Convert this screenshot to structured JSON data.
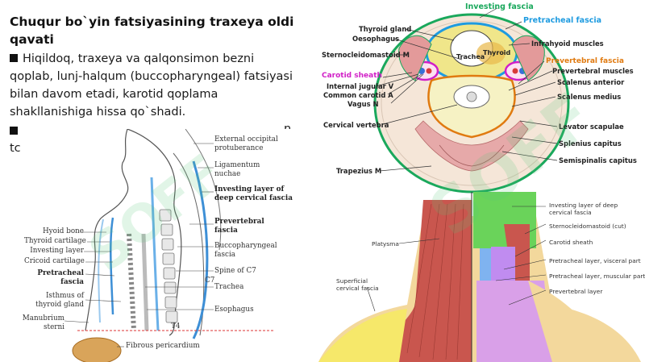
{
  "slide": {
    "title": "Chuqur bo`yin fatsiyasining traxeya oldi qavati",
    "bullet1": "Hiqildoq, traxeya va qalqonsimon bezni qoplab, lunj-halqum (buccopharyngeal) fatsiyasi bilan davom etadi, karotid qoplama shakllanishiga hissa qo`shadi.",
    "bullet2_start": "",
    "bullet2_fragment_right": "n",
    "bullet2_fragment_next": "tc",
    "watermark": "SOFF"
  },
  "sagittal_figure": {
    "labels_left": [
      "Hyoid bone",
      "Thyroid cartilage",
      "Investing layer",
      "Cricoid cartilage",
      "Pretracheal",
      "fascia",
      "Isthmus of",
      "thyroid gland",
      "Manubrium",
      "sterni"
    ],
    "labels_right": [
      "External occipital",
      "protuberance",
      "Ligamentum",
      "nuchae",
      "Investing layer of",
      "deep cervical fascia",
      "Prevertebral",
      "fascia",
      "Buccopharyngeal",
      "fascia",
      "Spine of C7",
      "C7",
      "Trachea",
      "Esophagus",
      "T4",
      "Fibrous pericardium"
    ]
  },
  "cross_section": {
    "labels_top": [
      "Investing fascia",
      "Pretracheal fascia"
    ],
    "labels_left": [
      "Thyroid  gland",
      "Oesophagus",
      "Sternocleidomastoid M",
      "Carotid sheath",
      "Internal jugular V",
      "Common carotid A",
      "Vagus N",
      "Cervical vertebra",
      "Trapezius M"
    ],
    "labels_right": [
      "Infrahyoid muscles",
      "Prevertebral fascia",
      "Prevertebral muscles",
      "Scalenus anterior",
      "Scalenus medius",
      "Levator scapulae",
      "Splenius capitus",
      "Semispinalis capitus"
    ],
    "labels_inner": [
      "Trachea",
      "Thyroid"
    ],
    "colors": {
      "investing": "#1aa85c",
      "pretracheal": "#1e9be0",
      "prevertebral": "#e07a10",
      "carotid": "#d11fc7"
    }
  },
  "dissection": {
    "labels_right": [
      "Investing layer of deep",
      "cervical fascia",
      "Sternocleidomastoid (cut)",
      "Carotid sheath",
      "Pretracheal layer, visceral part",
      "Pretracheal layer, muscular part",
      "Prevertebral layer"
    ],
    "labels_left": [
      "Platysma",
      "Superficial",
      "cervical fascia"
    ]
  }
}
